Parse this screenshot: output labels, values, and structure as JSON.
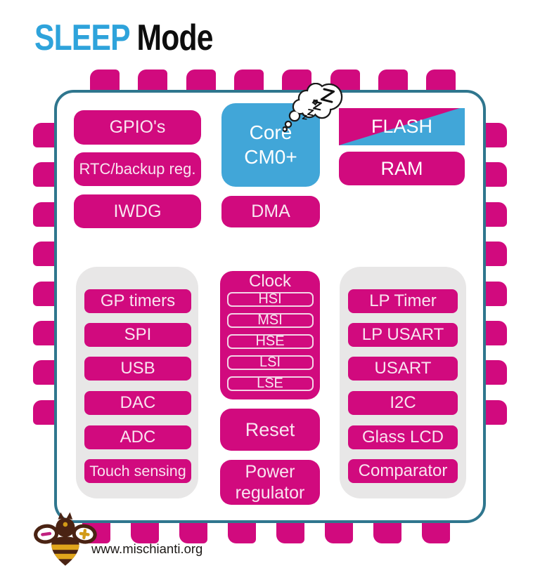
{
  "title": {
    "highlight": "SLEEP",
    "rest": "Mode"
  },
  "watermark": {
    "url": "www.mischianti.org"
  },
  "colors": {
    "magenta": "#d10a7e",
    "blue": "#41a6d8",
    "chip_border": "#2f768e",
    "panel_gray": "#e8e7e7",
    "title_blue": "#2ea3db"
  },
  "chip": {
    "peripherals_top_left": [
      "GPIO's",
      "RTC/backup reg.",
      "IWDG"
    ],
    "core": {
      "line1": "Core",
      "line2": "CM0+"
    },
    "dma": "DMA",
    "flash": "FLASH",
    "ram": "RAM",
    "left_panel": [
      "GP timers",
      "SPI",
      "USB",
      "DAC",
      "ADC",
      "Touch sensing"
    ],
    "clock": {
      "title": "Clock",
      "sources": [
        "HSI",
        "MSI",
        "HSE",
        "LSI",
        "LSE"
      ]
    },
    "reset": "Reset",
    "power_regulator": {
      "line1": "Power",
      "line2": "regulator"
    },
    "right_panel": [
      "LP Timer",
      "LP USART",
      "USART",
      "I2C",
      "Glass LCD",
      "Comparator"
    ]
  }
}
